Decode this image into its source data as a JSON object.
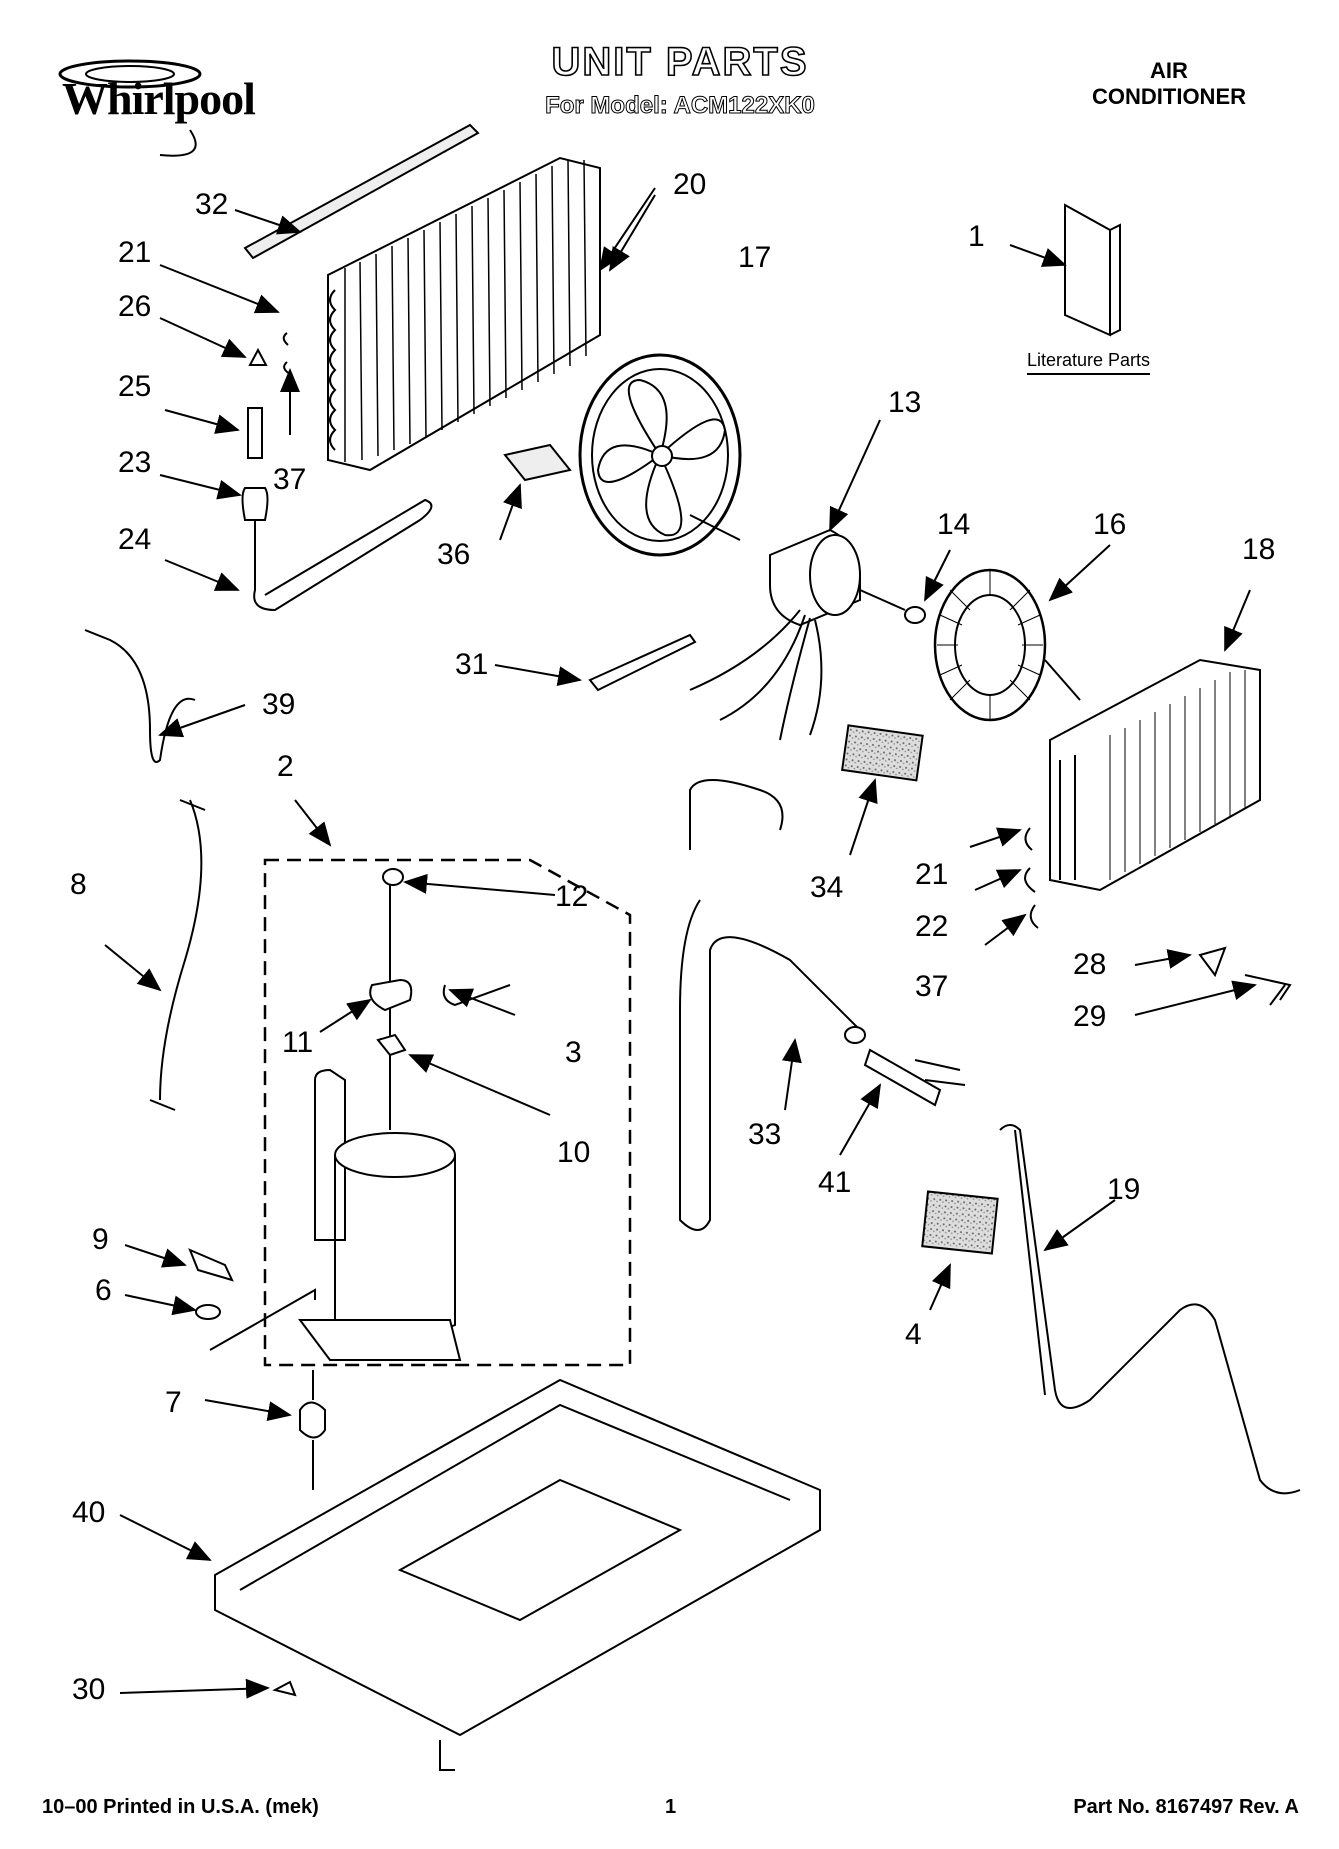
{
  "header": {
    "brand": "Whirlpool",
    "title": "UNIT PARTS",
    "subtitle": "For Model: ACM122XK0",
    "product_line1": "AIR",
    "product_line2": "CONDITIONER"
  },
  "literature_label": "Literature Parts",
  "callouts": {
    "c1": "1",
    "c2": "2",
    "c3": "3",
    "c4": "4",
    "c6": "6",
    "c7": "7",
    "c8": "8",
    "c9": "9",
    "c10": "10",
    "c11": "11",
    "c12": "12",
    "c13": "13",
    "c14": "14",
    "c16": "16",
    "c17": "17",
    "c18": "18",
    "c19": "19",
    "c20": "20",
    "c21a": "21",
    "c21b": "21",
    "c22": "22",
    "c23": "23",
    "c24": "24",
    "c25": "25",
    "c26": "26",
    "c28": "28",
    "c29": "29",
    "c30": "30",
    "c31": "31",
    "c32": "32",
    "c33": "33",
    "c34": "34",
    "c36": "36",
    "c37a": "37",
    "c37b": "37",
    "c39": "39",
    "c40": "40",
    "c41": "41"
  },
  "footer": {
    "printed": "10–00 Printed in U.S.A. (mek)",
    "page": "1",
    "part_no": "Part No. 8167497 Rev. A"
  }
}
